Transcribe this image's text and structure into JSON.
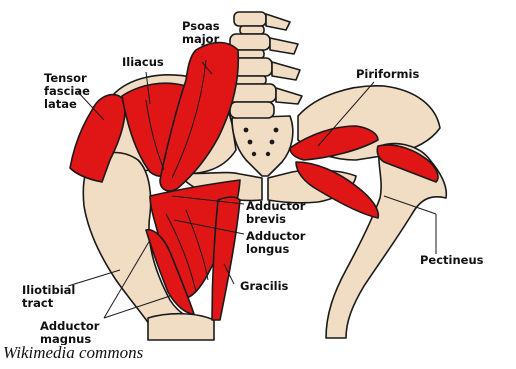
{
  "colors": {
    "bone": "#f1dcc4",
    "muscle": "#e01515",
    "outline": "#1a1a1a"
  },
  "labels": {
    "psoas_major": [
      "Psoas",
      "major"
    ],
    "iliacus": [
      "Iliacus"
    ],
    "tensor_fasciae_latae": [
      "Tensor",
      "fasciae",
      "latae"
    ],
    "piriformis": [
      "Piriformis"
    ],
    "adductor_brevis": [
      "Adductor",
      "brevis"
    ],
    "adductor_longus": [
      "Adductor",
      "longus"
    ],
    "pectineus": [
      "Pectineus"
    ],
    "iliotibial_tract": [
      "Iliotibial",
      "tract"
    ],
    "gracilis": [
      "Gracilis"
    ],
    "adductor_magnus": [
      "Adductor",
      "magnus"
    ]
  },
  "credit": "Wikimedia commons"
}
